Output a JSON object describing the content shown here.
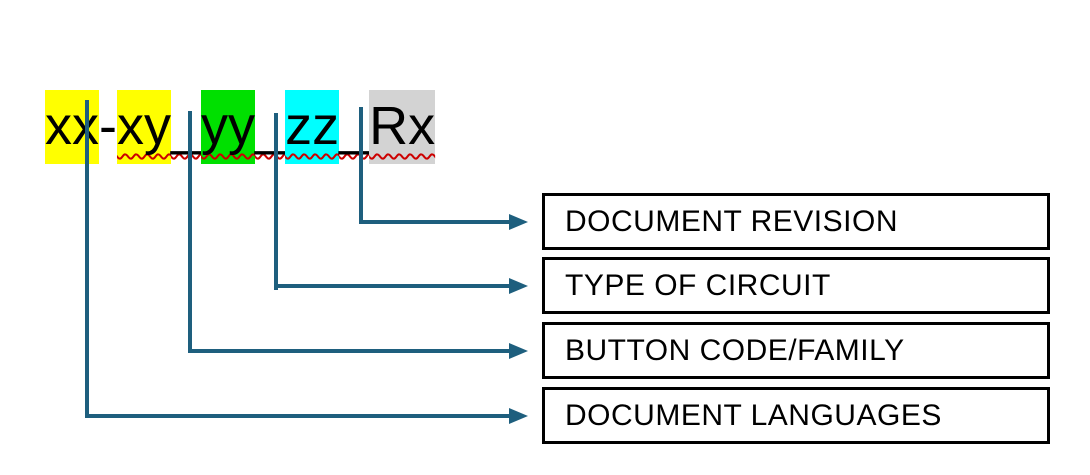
{
  "colors": {
    "arrow": "#1E5F7E",
    "squiggle": "#CC0000",
    "box_border": "#000000",
    "page_background": "#FFFFFF"
  },
  "filename_pattern": {
    "full_text": "xx-xy_yy_zz_Rx",
    "tokens": [
      {
        "text": "xx",
        "highlight": "#FFFF00",
        "squiggle": false
      },
      {
        "text": "-",
        "highlight": null,
        "squiggle": false
      },
      {
        "text": "xy",
        "highlight": "#FFFF00",
        "squiggle": true
      },
      {
        "text": "_",
        "highlight": null,
        "squiggle": true
      },
      {
        "text": "yy",
        "highlight": "#00E000",
        "squiggle": true
      },
      {
        "text": "_",
        "highlight": null,
        "squiggle": true
      },
      {
        "text": "zz",
        "highlight": "#00FFFF",
        "squiggle": true
      },
      {
        "text": "_",
        "highlight": null,
        "squiggle": true
      },
      {
        "text": "Rx",
        "highlight": "#D3D3D3",
        "squiggle": true
      }
    ]
  },
  "legend_boxes": [
    {
      "label": "DOCUMENT REVISION"
    },
    {
      "label": "TYPE OF CIRCUIT"
    },
    {
      "label": "BUTTON CODE/FAMILY"
    },
    {
      "label": "DOCUMENT LANGUAGES"
    }
  ]
}
